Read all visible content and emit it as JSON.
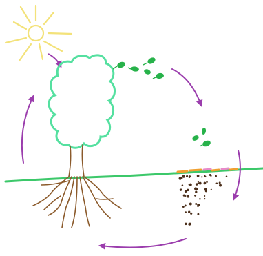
{
  "diagram": {
    "type": "cycle",
    "elements": [
      "sun",
      "tree",
      "falling-leaves",
      "leaf-litter",
      "decomposing-soil",
      "cycle-arrows"
    ],
    "colors": {
      "sun": "#f3e27a",
      "canopy": "#55e0a0",
      "ground": "#3cc86a",
      "trunk": "#8b5a2b",
      "leaves": "#27b24a",
      "arrow": "#9b3dad",
      "soil": "#4a2e1a",
      "litter_orange": "#f0a030",
      "litter_pink": "#e88ac8"
    },
    "icons": [
      "sun-icon",
      "tree-icon",
      "leaf-icon",
      "arrow-icon"
    ]
  }
}
